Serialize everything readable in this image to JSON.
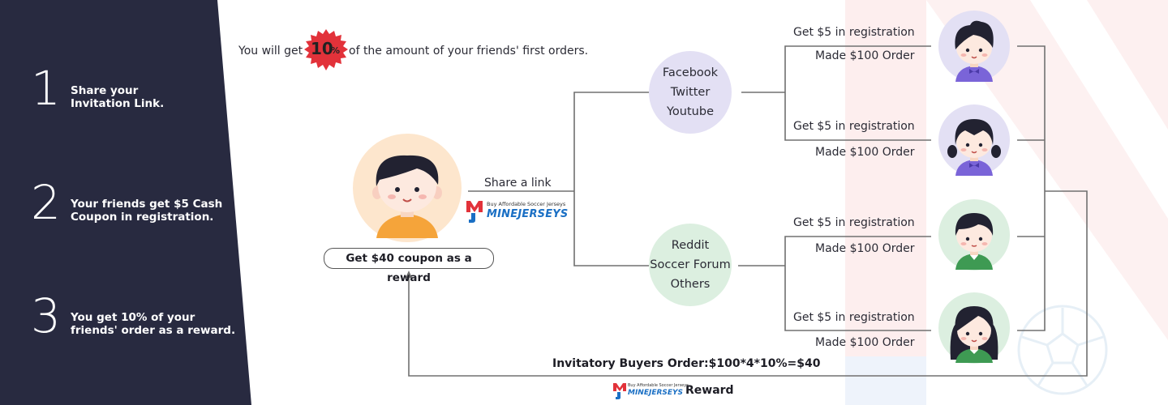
{
  "steps": [
    {
      "number": "1",
      "lines": [
        "Share your",
        "Invitation Link."
      ]
    },
    {
      "number": "2",
      "lines": [
        "Your friends get $5 Cash",
        "Coupon in  registration."
      ]
    },
    {
      "number": "3",
      "lines": [
        "You get 10% of your",
        "friends' order as a reward."
      ]
    }
  ],
  "headline": {
    "before": "You will get",
    "badge_number": "10",
    "badge_unit": "%",
    "after": "of the amount of your friends' first orders."
  },
  "center": {
    "share_label": "Share a link",
    "reward_label": "Get $40 coupon as a reward"
  },
  "logo": {
    "tagline": "Buy Affordable Soccer Jerseys",
    "brand": "MINEJERSEYS"
  },
  "channels": [
    {
      "lines": [
        "Facebook",
        "Twitter",
        "Youtube"
      ]
    },
    {
      "lines": [
        "Reddit",
        "Soccer Forum",
        "Others"
      ]
    }
  ],
  "friends": [
    {
      "registration": "Get $5 in registration",
      "order": "Made $100 Order"
    },
    {
      "registration": "Get $5 in registration",
      "order": "Made $100 Order"
    },
    {
      "registration": "Get $5 in registration",
      "order": "Made $100 Order"
    },
    {
      "registration": "Get $5 in registration",
      "order": "Made $100 Order"
    }
  ],
  "bottom": {
    "formula": "Invitatory Buyers Order:$100*4*10%=$40",
    "reward_word": "Reward"
  },
  "colors": {
    "sidebar": "#282a40",
    "badge_red": "#e2323a",
    "avatar_peach": "#fde6cd",
    "avatar_lavender": "#e3e0f4",
    "avatar_mint": "#dcefe0",
    "connector": "#707070",
    "brand_blue": "#1a6fc4",
    "brand_red": "#e2323a"
  }
}
